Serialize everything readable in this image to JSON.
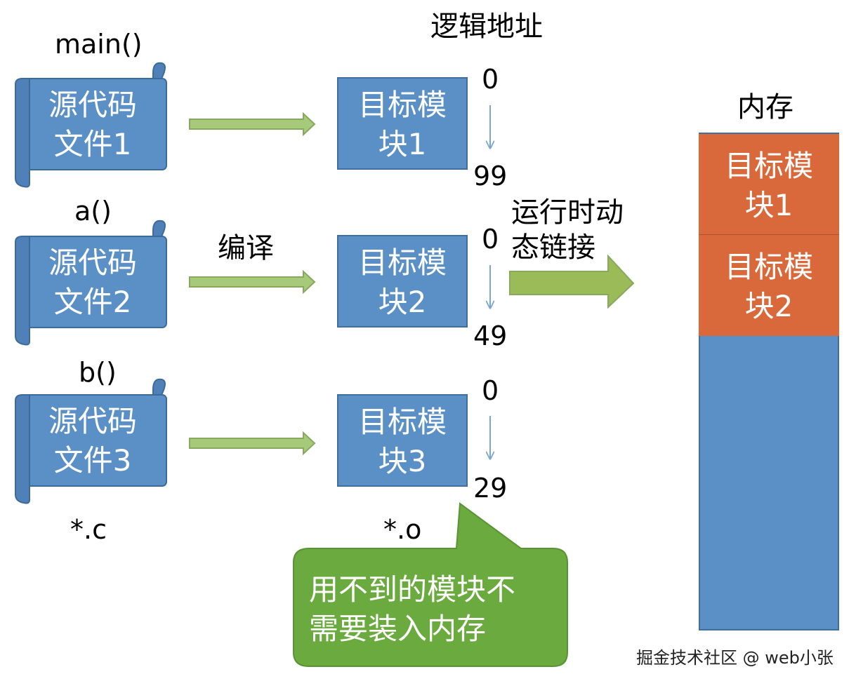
{
  "header": {
    "logical_address": "逻辑地址",
    "memory": "内存"
  },
  "sources": [
    {
      "func": "main()",
      "line1": "源代码",
      "line2": "文件1"
    },
    {
      "func": "a()",
      "line1": "源代码",
      "line2": "文件2"
    },
    {
      "func": "b()",
      "line1": "源代码",
      "line2": "文件3"
    }
  ],
  "source_ext": "*.c",
  "compile_label": "编译",
  "modules": [
    {
      "line1": "目标模",
      "line2": "块1",
      "start": "0",
      "end": "99"
    },
    {
      "line1": "目标模",
      "line2": "块2",
      "start": "0",
      "end": "49"
    },
    {
      "line1": "目标模",
      "line2": "块3",
      "start": "0",
      "end": "29"
    }
  ],
  "module_ext": "*.o",
  "link_label": {
    "line1": "运行时动",
    "line2": "态链接"
  },
  "memory_blocks": [
    {
      "line1": "目标模",
      "line2": "块1"
    },
    {
      "line1": "目标模",
      "line2": "块2"
    }
  ],
  "callout": {
    "line1": "用不到的模块不",
    "line2": "需要装入内存"
  },
  "watermark": "掘金技术社区 @ web小张",
  "colors": {
    "module_blue": "#5b90c6",
    "memory_orange": "#d9683a",
    "arrow_green": "#9bbb59",
    "callout_green": "#6aaa3e"
  }
}
